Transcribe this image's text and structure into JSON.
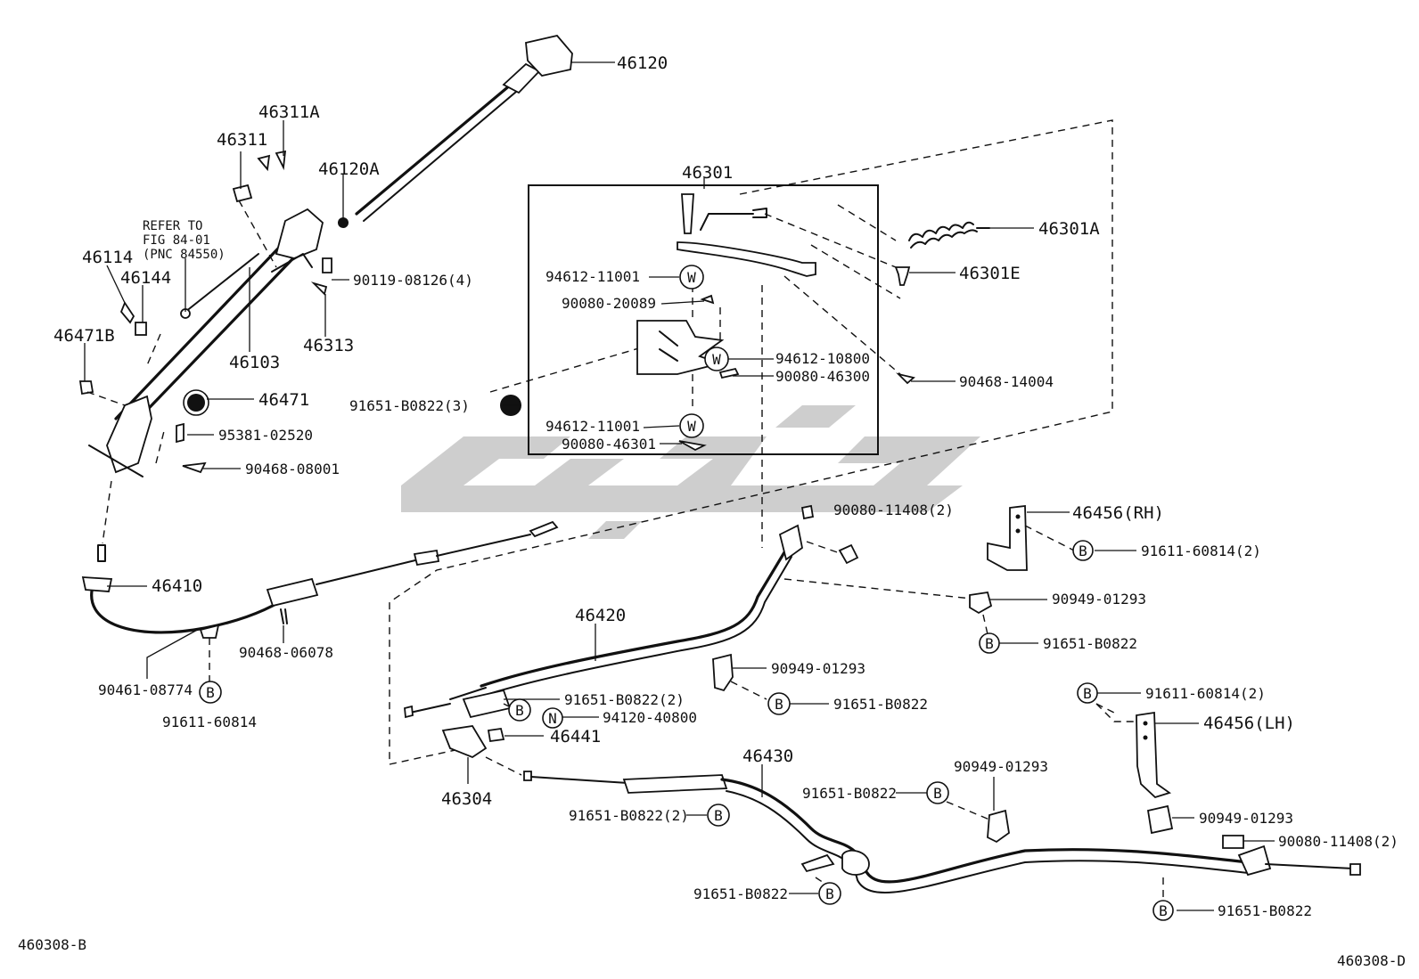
{
  "labels": {
    "p46120": "46120",
    "p46311A": "46311A",
    "p46311": "46311",
    "p46120A": "46120A",
    "p46301": "46301",
    "p46301A": "46301A",
    "p46301E": "46301E",
    "refer1": "REFER TO",
    "refer2": "FIG 84-01",
    "refer3": "(PNC 84550)",
    "p46114": "46114",
    "p46144": "46144",
    "p90119": "90119-08126(4)",
    "p94612a": "94612-11001",
    "p90080_20089": "90080-20089",
    "p46471B": "46471B",
    "p46103": "46103",
    "p46313": "46313",
    "p94612_10800": "94612-10800",
    "p90080_46300": "90080-46300",
    "p90468_14004": "90468-14004",
    "p46471": "46471",
    "p91651_3": "91651-B0822(3)",
    "p95381": "95381-02520",
    "p94612b": "94612-11001",
    "p90080_46301": "90080-46301",
    "p90468_08001": "90468-08001",
    "p90080_11408a": "90080-11408(2)",
    "p46456RH": "46456(RH)",
    "p91611_2a": "91611-60814(2)",
    "p90949a": "90949-01293",
    "p46410": "46410",
    "p91651a": "91651-B0822",
    "p46420": "46420",
    "p90468_06078": "90468-06078",
    "p90949b": "90949-01293",
    "p90461": "90461-08774",
    "p91651_2a": "91651-B0822(2)",
    "p91651b": "91651-B0822",
    "p94120": "94120-40800",
    "p91611": "91611-60814",
    "p46441": "46441",
    "p91611_2b": "91611-60814(2)",
    "p46456LH": "46456(LH)",
    "p46430": "46430",
    "p90949c": "90949-01293",
    "p46304": "46304",
    "p91651c": "91651-B0822",
    "p91651_2b": "91651-B0822(2)",
    "p90949d": "90949-01293",
    "p90080_11408b": "90080-11408(2)",
    "p91651d": "91651-B0822",
    "p91651e": "91651-B0822",
    "code_left": "460308-B",
    "code_right": "460308-D"
  },
  "symbols": {
    "W": "W",
    "B": "B",
    "N": "N"
  }
}
